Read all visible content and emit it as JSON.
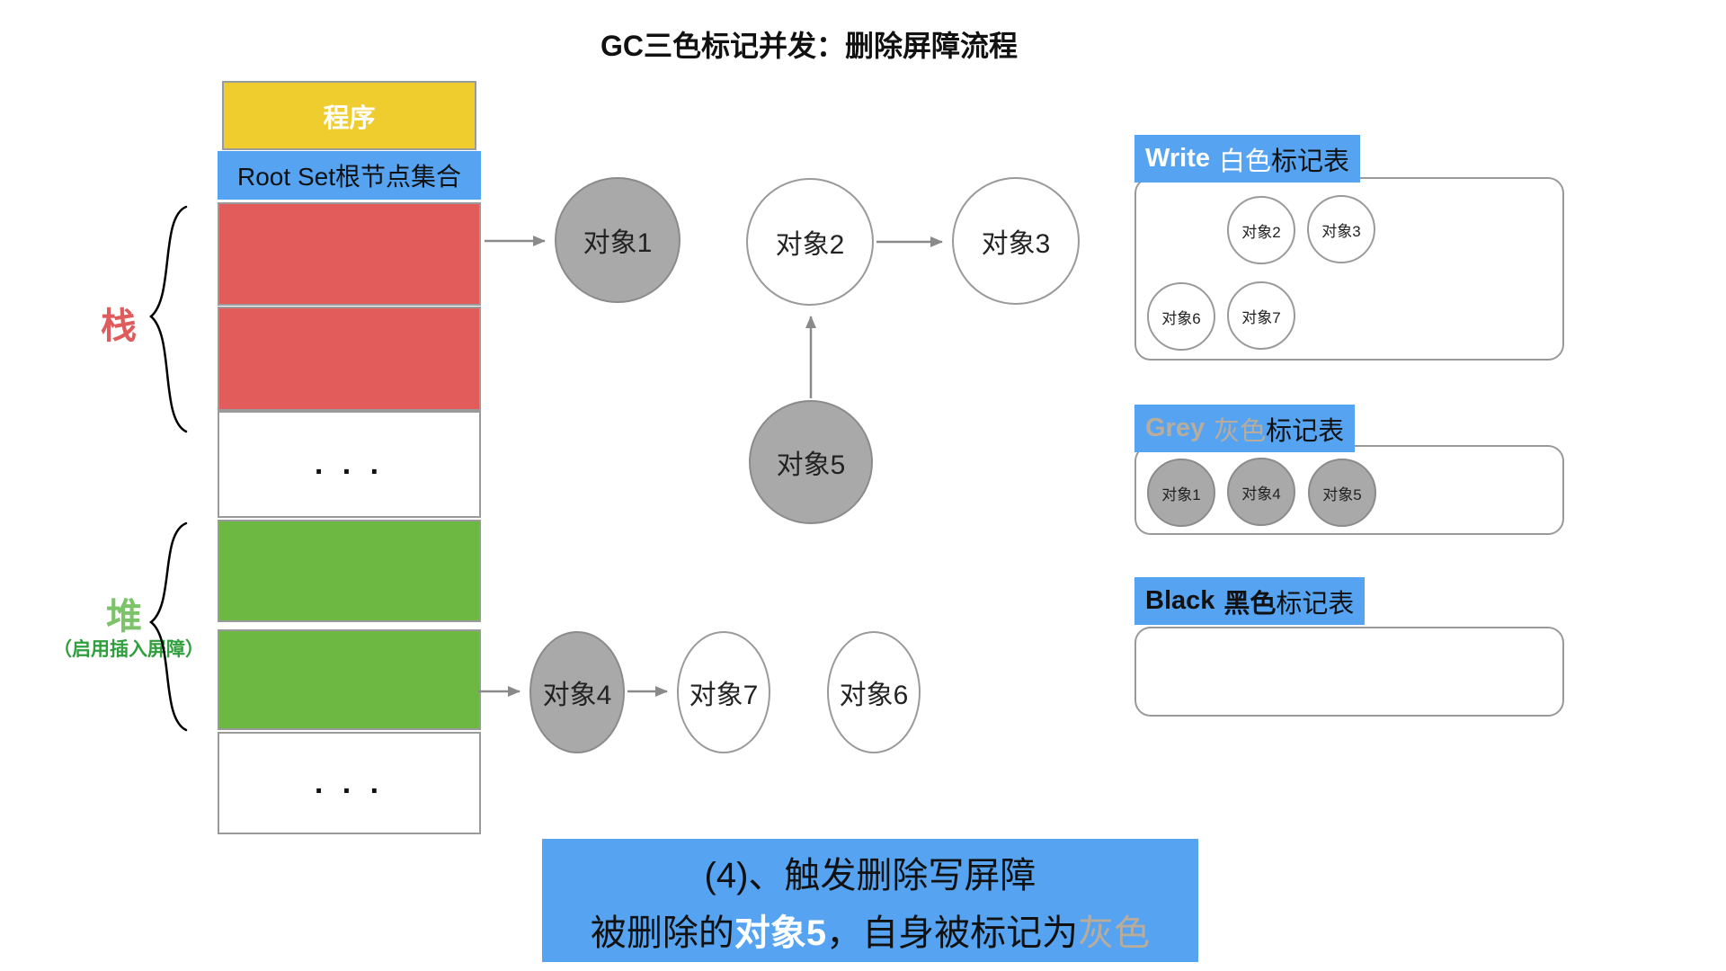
{
  "title": "GC三色标记并发：删除屏障流程",
  "colors": {
    "label_blue": "#55a3f1",
    "program_yellow": "#f0cd2f",
    "stack_red": "#e25c5c",
    "heap_green": "#6cb843",
    "gray_node_fill": "#a9a9a9",
    "grey_text_tan": "#b8ac9c"
  },
  "memory": {
    "program": "程序",
    "root_set": "Root Set根节点集合",
    "ellipsis": ". . .",
    "stack_label": "栈",
    "heap_label": "堆",
    "heap_note": "（启用插入屏障）"
  },
  "graph": {
    "obj1": "对象1",
    "obj2": "对象2",
    "obj3": "对象3",
    "obj4": "对象4",
    "obj5": "对象5",
    "obj6": "对象6",
    "obj7": "对象7"
  },
  "tables": {
    "white": {
      "en": "Write",
      "color_word": "白色",
      "suffix": "标记表",
      "items": [
        "对象2",
        "对象3",
        "对象6",
        "对象7"
      ]
    },
    "grey": {
      "en": "Grey",
      "color_word": "灰色",
      "suffix": "标记表",
      "items": [
        "对象1",
        "对象4",
        "对象5"
      ]
    },
    "black": {
      "en": "Black",
      "color_word": "黑色",
      "suffix": "标记表",
      "items": []
    }
  },
  "callout": {
    "line1": "(4)、触发删除写屏障",
    "line2_prefix": "被删除的",
    "line2_obj": "对象5",
    "line2_mid": "，自身被标记为",
    "line2_color": "灰色"
  }
}
